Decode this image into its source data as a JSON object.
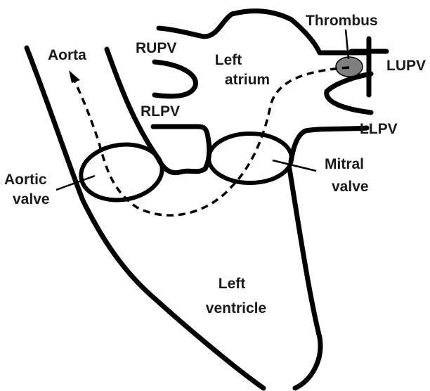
{
  "labels": {
    "aorta": "Aorta",
    "rupv": "RUPV",
    "left_atrium_line1": "Left",
    "left_atrium_line2": "atrium",
    "thrombus": "Thrombus",
    "lupv": "LUPV",
    "rlpv": "RLPV",
    "llpv": "LLPV",
    "aortic_valve_line1": "Aortic",
    "aortic_valve_line2": "valve",
    "mitral_valve_line1": "Mitral",
    "mitral_valve_line2": "valve",
    "left_ventricle_line1": "Left",
    "left_ventricle_line2": "ventricle"
  },
  "colors": {
    "outline": "#000000",
    "thrombus": "#7f7f7f",
    "text": "#1a1a1a",
    "background": "#ffffff"
  }
}
